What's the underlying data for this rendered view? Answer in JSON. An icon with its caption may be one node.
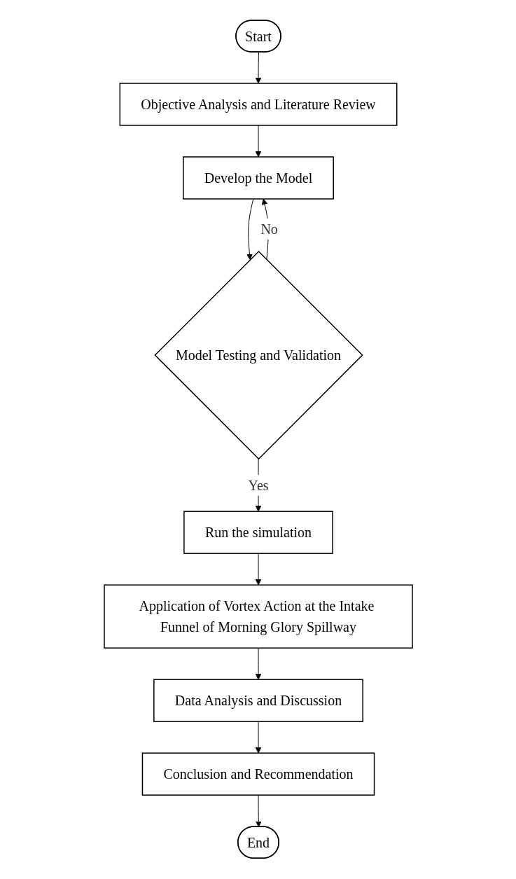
{
  "diagram": {
    "nodes": [
      {
        "text": [
          "Start"
        ]
      },
      {
        "text": [
          "Objective Analysis and Literature Review"
        ]
      },
      {
        "text": [
          "Develop the Model"
        ]
      },
      {
        "text": [
          "Model Testing and Validation"
        ]
      },
      {
        "text": [
          "Run the simulation"
        ]
      },
      {
        "text": [
          "Application of Vortex Action at the Intake Funnel of Morning Glory Spillway"
        ]
      },
      {
        "text": [
          "Data Analysis and Discussion"
        ]
      },
      {
        "text": [
          "Conclusion and Recommendation"
        ]
      },
      {
        "text": [
          "End"
        ]
      }
    ],
    "edges": [
      {
        "from": 0,
        "to": 1,
        "arrow": "to"
      },
      {
        "from": 1,
        "to": 2,
        "arrow": "to"
      },
      {
        "from": 2,
        "to": 3,
        "arrow": "to"
      },
      {
        "from": 3,
        "to": 2,
        "arrow": "to",
        "label": "No"
      },
      {
        "from": 3,
        "to": 4,
        "arrow": "to",
        "label": "Yes"
      },
      {
        "from": 4,
        "to": 5,
        "arrow": "to"
      },
      {
        "from": 5,
        "to": 6,
        "arrow": "to"
      },
      {
        "from": 6,
        "to": 7,
        "arrow": "to"
      },
      {
        "from": 7,
        "to": 8,
        "arrow": "to"
      }
    ]
  }
}
